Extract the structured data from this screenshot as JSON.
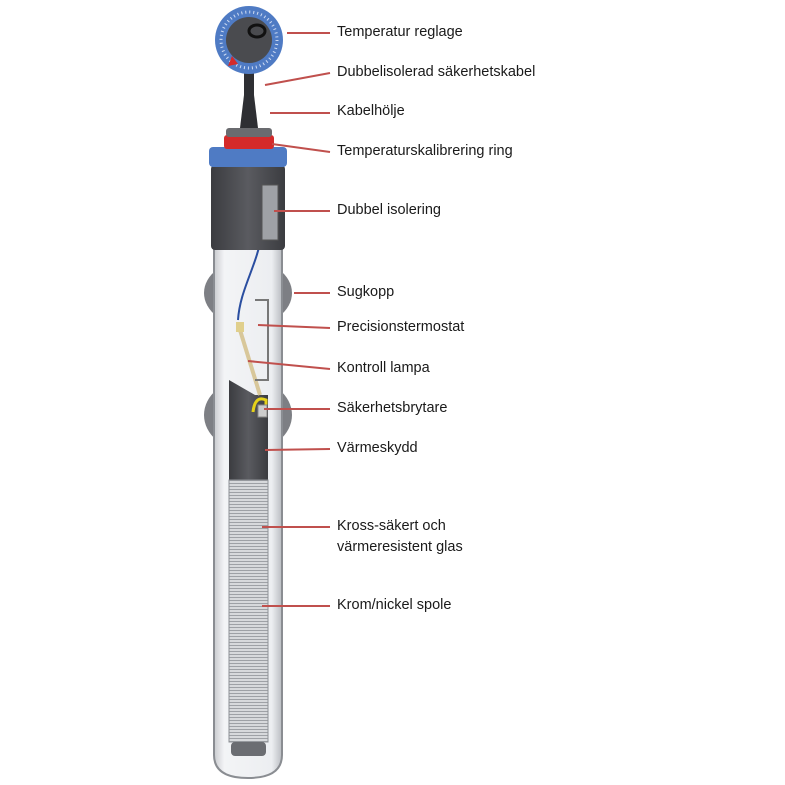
{
  "labels": {
    "temp_knob": "Temperatur reglage",
    "cable": "Dubbelisolerad säkerhetskabel",
    "cable_sleeve": "Kabelhölje",
    "calibration_ring": "Temperaturskalibrering ring",
    "double_insulation": "Dubbel isolering",
    "suction_cup": "Sugkopp",
    "thermostat": "Precisionstermostat",
    "control_lamp": "Kontroll lampa",
    "safety_switch": "Säkerhetsbrytare",
    "heat_shield": "Värmeskydd",
    "glass_line1": "Kross-säkert och",
    "glass_line2": "värmeresistent glas",
    "coil": "Krom/nickel spole"
  },
  "colors": {
    "leader": "#c0504d",
    "blue": "#4f7bc4",
    "dark": "#4a4b4f",
    "red": "#d42a2a"
  }
}
